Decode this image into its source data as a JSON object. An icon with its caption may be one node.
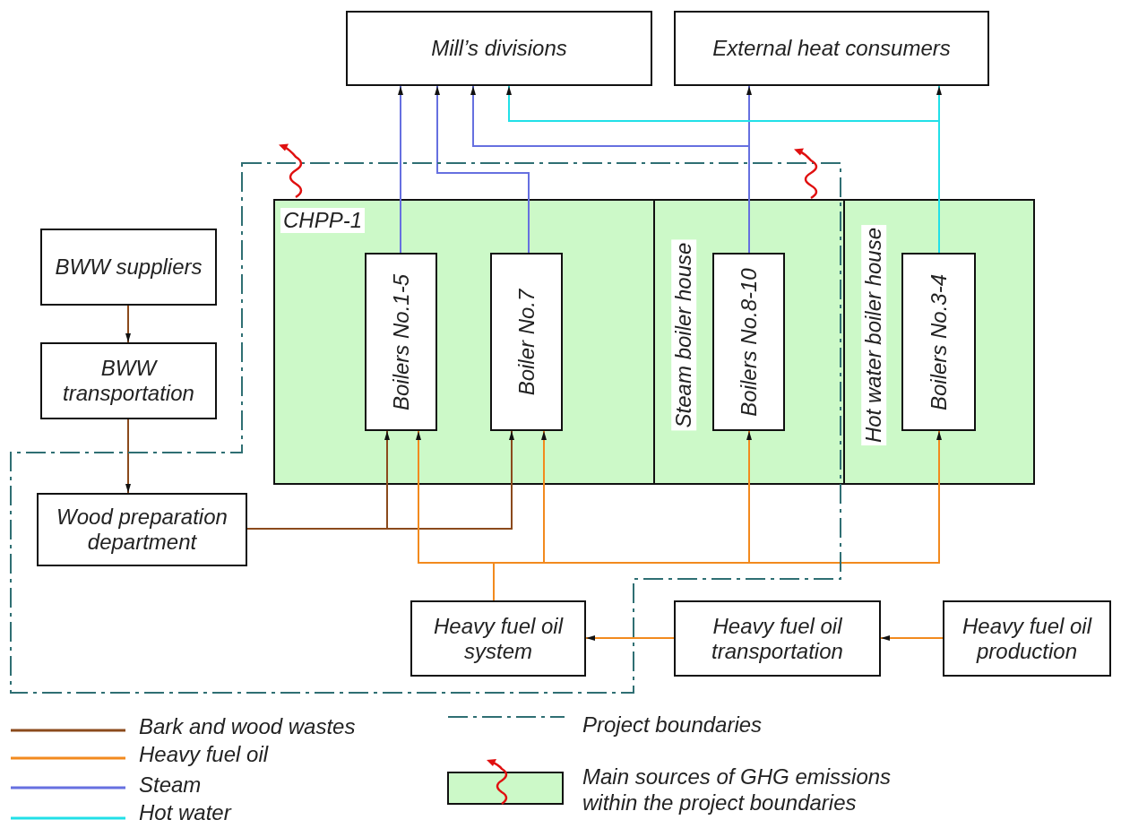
{
  "diagram": {
    "nodes": [
      {
        "text": [
          "Mill’s divisions"
        ]
      },
      {
        "text": [
          "External heat consumers"
        ]
      },
      {
        "text": [
          "CHPP-1"
        ]
      },
      {
        "text": [
          "Steam boiler house"
        ]
      },
      {
        "text": [
          "Hot water boiler house"
        ]
      },
      {
        "text": [
          "Boilers No.1-5"
        ],
        "in": 2
      },
      {
        "text": [
          "Boiler No.7"
        ],
        "in": 2
      },
      {
        "text": [
          "Boilers No.8-10"
        ],
        "in": 3
      },
      {
        "text": [
          "Boilers No.3-4"
        ],
        "in": 4
      },
      {
        "text": [
          "BWW suppliers"
        ]
      },
      {
        "text": [
          "BWW transportation"
        ]
      },
      {
        "text": [
          "Wood preparation department"
        ]
      },
      {
        "text": [
          "Heavy fuel oil system"
        ]
      },
      {
        "text": [
          "Heavy fuel oil transportation"
        ]
      },
      {
        "text": [
          "Heavy fuel oil production"
        ]
      }
    ],
    "edges": [
      {
        "from": 5,
        "to": 0,
        "arrow": "to",
        "color": "#6670e0"
      },
      {
        "from": 6,
        "to": 0,
        "arrow": "to",
        "color": "#6670e0"
      },
      {
        "from": 7,
        "to": 0,
        "arrow": "to",
        "color": "#6670e0"
      },
      {
        "from": 7,
        "to": 1,
        "arrow": "to",
        "color": "#6670e0"
      },
      {
        "from": 8,
        "to": 0,
        "arrow": "to",
        "color": "#22e0e8"
      },
      {
        "from": 8,
        "to": 1,
        "arrow": "to",
        "color": "#22e0e8"
      },
      {
        "from": 9,
        "to": 10,
        "arrow": "to",
        "color": "#8b4a1c"
      },
      {
        "from": 10,
        "to": 11,
        "arrow": "to",
        "color": "#8b4a1c"
      },
      {
        "from": 11,
        "to": 5,
        "arrow": "to",
        "color": "#8b4a1c"
      },
      {
        "from": 11,
        "to": 6,
        "arrow": "to",
        "color": "#8b4a1c"
      },
      {
        "from": 12,
        "to": 5,
        "arrow": "to"
      },
      {
        "from": 12,
        "to": 6,
        "arrow": "to"
      },
      {
        "from": 12,
        "to": 7,
        "arrow": "to"
      },
      {
        "from": 12,
        "to": 8,
        "arrow": "to"
      },
      {
        "from": 13,
        "to": 12,
        "arrow": "to"
      },
      {
        "from": 14,
        "to": 13,
        "arrow": "to"
      }
    ],
    "legend": [
      {
        "text": "Bark and wood wastes",
        "color": "#8b4a1c"
      },
      {
        "text": "Heavy fuel oil",
        "color": "#f28a1e"
      },
      {
        "text": "Steam",
        "color": "#6670e0"
      },
      {
        "text": "Hot water",
        "color": "#22e0e8"
      },
      {
        "text": "Project boundaries"
      },
      {
        "text": "Main sources of GHG emissions within the project boundaries"
      }
    ]
  }
}
